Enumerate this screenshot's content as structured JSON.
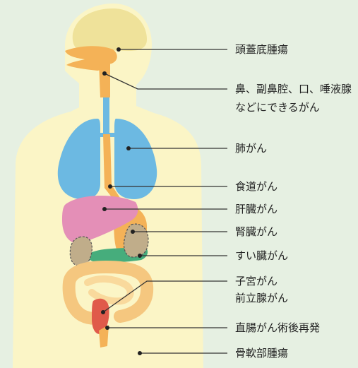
{
  "labels": {
    "skull_base": "頭蓋底腫瘍",
    "nasal_line1": "鼻、副鼻腔、口、唾液腺",
    "nasal_line2": "などにできるがん",
    "lung": "肺がん",
    "esophagus": "食道がん",
    "liver": "肝臓がん",
    "kidney": "腎臓がん",
    "pancreas": "すい臓がん",
    "uterus": "子宮がん",
    "prostate": "前立腺がん",
    "rectal": "直腸がん術後再発",
    "bone": "骨軟部腫瘍"
  },
  "colors": {
    "background": "#e6f0e2",
    "skin": "#fbf5c6",
    "brain": "#efe29a",
    "airway": "#f4b257",
    "lung": "#6cb9e2",
    "liver": "#e48fb7",
    "kidney": "#c0ad8a",
    "pancreas": "#46ad7c",
    "intestine": "#f5c77f",
    "rectum": "#e05a4a",
    "leader": "#333333"
  }
}
